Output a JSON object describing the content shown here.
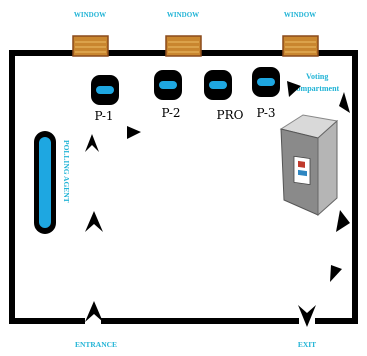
{
  "windows": [
    {
      "label": "WINDOW"
    },
    {
      "label": "WINDOW"
    },
    {
      "label": "WINDOW"
    }
  ],
  "officials": [
    {
      "label": "P-1"
    },
    {
      "label": "P-2"
    },
    {
      "label": "PRO"
    },
    {
      "label": "P-3"
    }
  ],
  "polling_agent": {
    "label": "POLLING AGENT"
  },
  "voting_compartment": {
    "label_line1": "Voting",
    "label_line2": "compartment"
  },
  "entrance": {
    "label": "ENTRANCE"
  },
  "exit": {
    "label": "EXIT"
  },
  "colors": {
    "wall": "#000000",
    "seat_fill": "#1ea7e1",
    "label_cyan": "#22b4d6",
    "window_fill": "#c9862f",
    "window_edge": "#8a4a1c"
  }
}
